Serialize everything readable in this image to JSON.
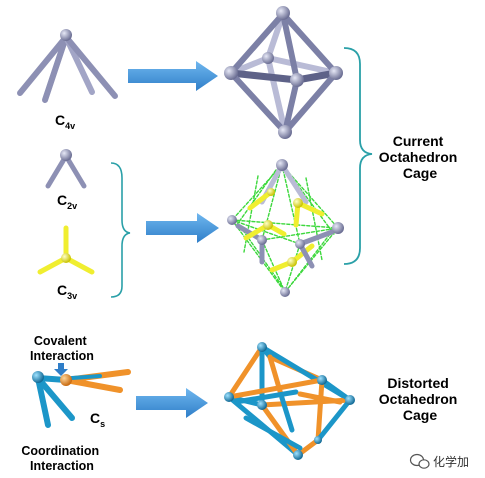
{
  "labels": {
    "c4v": {
      "main": "C",
      "sub": "4v"
    },
    "c2v": {
      "main": "C",
      "sub": "2v"
    },
    "c3v": {
      "main": "C",
      "sub": "3v"
    },
    "cs": {
      "main": "C",
      "sub": "s"
    },
    "current": [
      "Current",
      "Octahedron",
      "Cage"
    ],
    "distorted": [
      "Distorted",
      "Octahedron",
      "Cage"
    ],
    "covalent": [
      "Covalent",
      "Interaction"
    ],
    "coordination": [
      "Coordination",
      "Interaction"
    ]
  },
  "watermark": "化学加",
  "colors": {
    "steel": "#8d90b4",
    "steel_dark": "#54577a",
    "yellow": "#f5f53a",
    "green": "#3dd83d",
    "blue_arrow": "#3f8fd6",
    "bracket": "#2aa0a8",
    "cyan": "#1c96c8",
    "orange": "#f0922a"
  },
  "icons": [
    "wechat-icon"
  ]
}
